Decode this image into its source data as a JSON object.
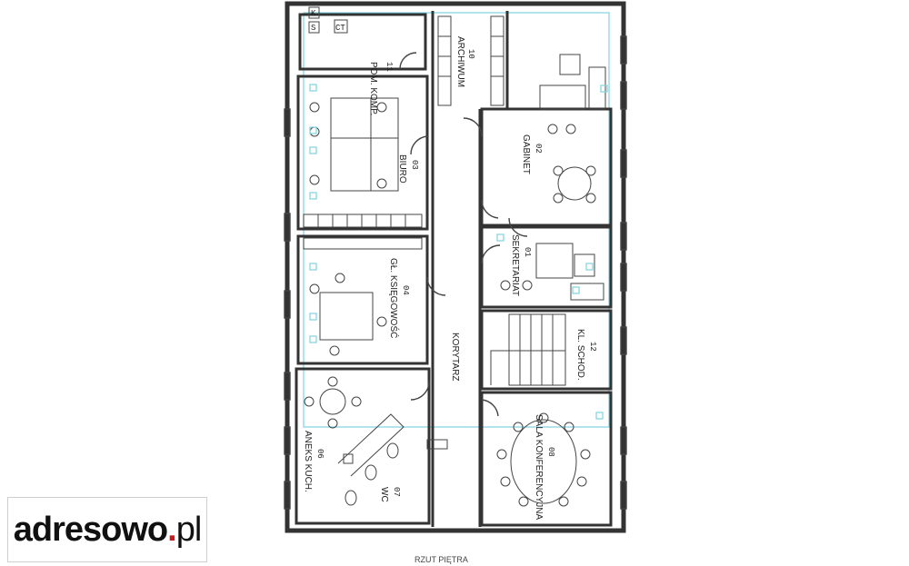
{
  "rooms": [
    {
      "id": "pom-komp",
      "name": "POM. KOMP.",
      "number": "11"
    },
    {
      "id": "archiwum",
      "name": "ARCHIWUM",
      "number": "10"
    },
    {
      "id": "biuro",
      "name": "BIURO",
      "number": "03"
    },
    {
      "id": "gabinet",
      "name": "GABINET",
      "number": "02"
    },
    {
      "id": "sekretariat",
      "name": "SEKRETARIAT",
      "number": "01"
    },
    {
      "id": "gl-ksiegowosc",
      "name": "GŁ. KSIĘGOWOŚĆ",
      "number": "04"
    },
    {
      "id": "kl-schod",
      "name": "KL. SCHOD.",
      "number": "12"
    },
    {
      "id": "korytarz",
      "name": "KORYTARZ",
      "number": ""
    },
    {
      "id": "aneks-kuch",
      "name": "ANEKS KUCH.",
      "number": "06"
    },
    {
      "id": "wc",
      "name": "WC",
      "number": "07"
    },
    {
      "id": "sala-konferencyjna",
      "name": "SALA KONFERENCYJNA",
      "number": "08"
    }
  ],
  "fixtures": {
    "s": "S",
    "k": "K",
    "ct": "CT"
  },
  "caption": "RZUT PIĘTRA",
  "logo": {
    "main": "adresowo",
    "dot": ".",
    "tld": "pl",
    "dot_color": "#d0161d"
  }
}
